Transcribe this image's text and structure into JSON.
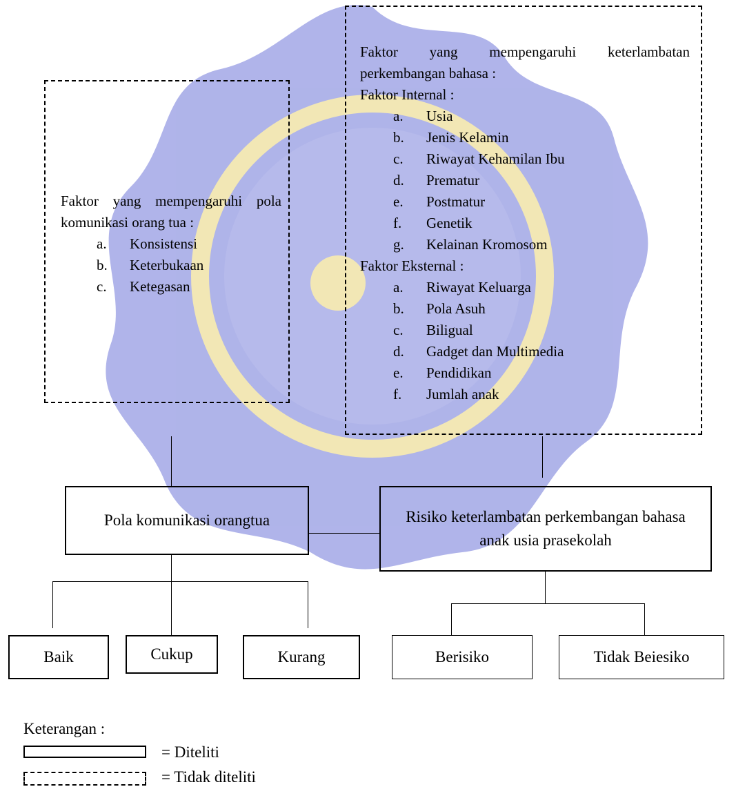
{
  "colors": {
    "watermark_main": "#6f77d8",
    "watermark_gold": "#e9d47a",
    "lines": "#000000"
  },
  "left_factors": {
    "intro": "Faktor yang mempengaruhi pola komunikasi orang tua :",
    "items": [
      {
        "label": "a.",
        "text": "Konsistensi"
      },
      {
        "label": "b.",
        "text": "Keterbukaan"
      },
      {
        "label": "c.",
        "text": "Ketegasan"
      }
    ]
  },
  "right_factors": {
    "intro": "Faktor yang mempengaruhi keterlambatan perkembangan bahasa :",
    "internal_heading": "Faktor Internal :",
    "internal_items": [
      {
        "label": "a.",
        "text": "Usia"
      },
      {
        "label": "b.",
        "text": "Jenis Kelamin"
      },
      {
        "label": "c.",
        "text": "Riwayat Kehamilan Ibu"
      },
      {
        "label": "d.",
        "text": "Prematur"
      },
      {
        "label": "e.",
        "text": "Postmatur"
      },
      {
        "label": "f.",
        "text": "Genetik"
      },
      {
        "label": "g.",
        "text": "Kelainan Kromosom"
      }
    ],
    "external_heading": "Faktor Eksternal :",
    "external_items": [
      {
        "label": "a.",
        "text": "Riwayat Keluarga"
      },
      {
        "label": "b.",
        "text": "Pola Asuh"
      },
      {
        "label": "c.",
        "text": "Biligual"
      },
      {
        "label": "d.",
        "text": "Gadget dan Multimedia"
      },
      {
        "label": "e.",
        "text": "Pendidikan"
      },
      {
        "label": "f.",
        "text": "Jumlah anak"
      }
    ]
  },
  "main_boxes": {
    "left": "Pola komunikasi orangtua",
    "right": "Risiko keterlambatan perkembangan bahasa anak usia prasekolah"
  },
  "outcomes_left": [
    "Baik",
    "Cukup",
    "Kurang"
  ],
  "outcomes_right": [
    "Berisiko",
    "Tidak Beiesiko"
  ],
  "legend": {
    "title": "Keterangan :",
    "solid_label": "= Diteliti",
    "dashed_label": "= Tidak diteliti"
  }
}
